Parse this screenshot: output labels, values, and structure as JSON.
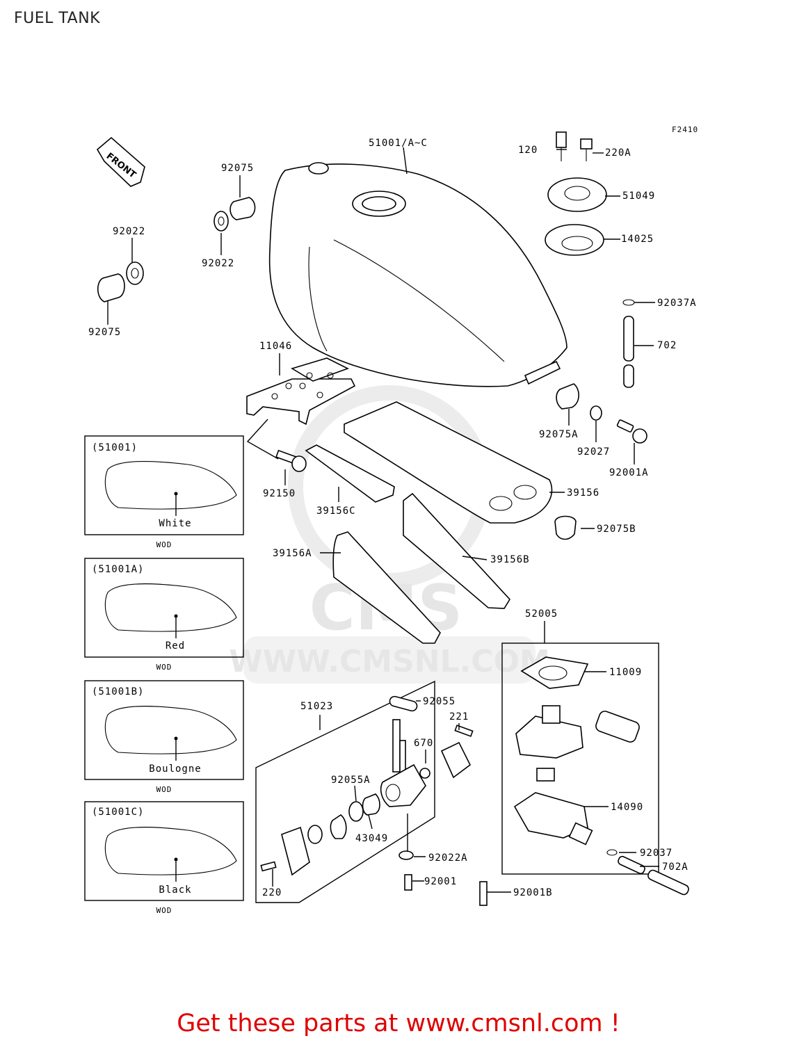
{
  "title": "FUEL TANK",
  "figure_code": "F2410",
  "front_label": "FRONT",
  "watermark": {
    "logo": "CMS",
    "url": "WWW.CMSNL.COM"
  },
  "part_labels": {
    "p51001": "51001/A~C",
    "p120": "120",
    "p220A": "220A",
    "p51049": "51049",
    "p14025": "14025",
    "p92037A": "92037A",
    "p702": "702",
    "p92075_top": "92075",
    "p92022_top": "92022",
    "p92022_left": "92022",
    "p92075_left": "92075",
    "p11046": "11046",
    "p92075A": "92075A",
    "p92027": "92027",
    "p92001A": "92001A",
    "p92150": "92150",
    "p39156C": "39156C",
    "p39156": "39156",
    "p92075B": "92075B",
    "p39156A": "39156A",
    "p39156B": "39156B",
    "p52005": "52005",
    "p11009": "11009",
    "p51023": "51023",
    "p92055": "92055",
    "p221": "221",
    "p670": "670",
    "p92055A": "92055A",
    "p43049": "43049",
    "p14090": "14090",
    "p92022A": "92022A",
    "p92037": "92037",
    "p702A": "702A",
    "p92001": "92001",
    "p92001B": "92001B",
    "p220": "220"
  },
  "color_variants": [
    {
      "code": "(51001)",
      "color": "White",
      "note": "WOD"
    },
    {
      "code": "(51001A)",
      "color": "Red",
      "note": "WOD"
    },
    {
      "code": "(51001B)",
      "color": "Boulogne",
      "note": "WOD"
    },
    {
      "code": "(51001C)",
      "color": "Black",
      "note": "WOD"
    }
  ],
  "footer": "Get these parts at www.cmsnl.com !",
  "colors": {
    "footer_text": "#e00000",
    "line": "#000000",
    "watermark": "#e6e6e6"
  },
  "icons": [
    "front-arrow-icon"
  ]
}
